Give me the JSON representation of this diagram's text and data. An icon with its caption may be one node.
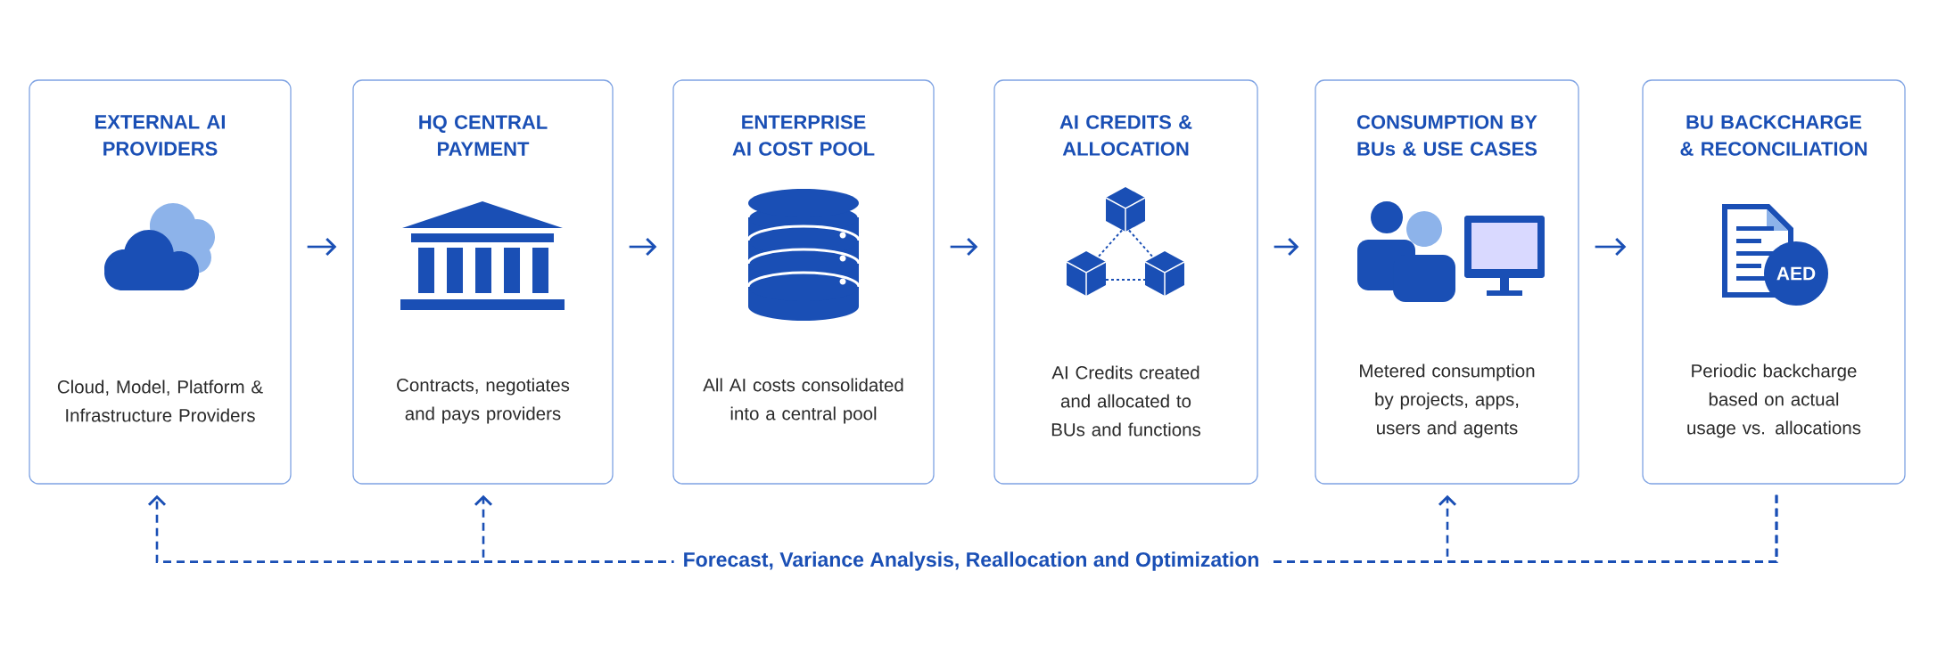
{
  "diagram": {
    "nodes": [
      {
        "text": [
          "EXTERNAL AI PROVIDERS",
          "Cloud, Model, Platform & Infrastructure Providers"
        ]
      },
      {
        "text": [
          "HQ CENTRAL PAYMENT",
          "Contracts, negotiates and pays providers"
        ]
      },
      {
        "text": [
          "ENTERPRISE AI COST POOL",
          "All AI costs consolidated into a central pool"
        ]
      },
      {
        "text": [
          "AI CREDITS & ALLOCATION",
          "AI Credits created and allocated to BUs and functions"
        ]
      },
      {
        "text": [
          "CONSUMPTION BY BUs & USE CASES",
          "Metered consumption by projects, apps, users and agents"
        ]
      },
      {
        "text": [
          "BU BACKCHARGE & RECONCILIATION",
          "Periodic backcharge based on actual usage vs. allocations"
        ]
      }
    ],
    "edges": [
      {
        "from": 0,
        "to": 1,
        "arrow": "to"
      },
      {
        "from": 1,
        "to": 2,
        "arrow": "to"
      },
      {
        "from": 2,
        "to": 3,
        "arrow": "to"
      },
      {
        "from": 3,
        "to": 4,
        "arrow": "to"
      },
      {
        "from": 4,
        "to": 5,
        "arrow": "to"
      },
      {
        "from": 5,
        "to": 0,
        "arrow": "to",
        "style": "dashed",
        "label": "Forecast, Variance Analysis, Reallocation and Optimization"
      },
      {
        "from": 5,
        "to": 1,
        "arrow": "to",
        "style": "dashed"
      },
      {
        "from": 5,
        "to": 4,
        "arrow": "to",
        "style": "dashed"
      }
    ],
    "labels": [
      "AED"
    ]
  }
}
